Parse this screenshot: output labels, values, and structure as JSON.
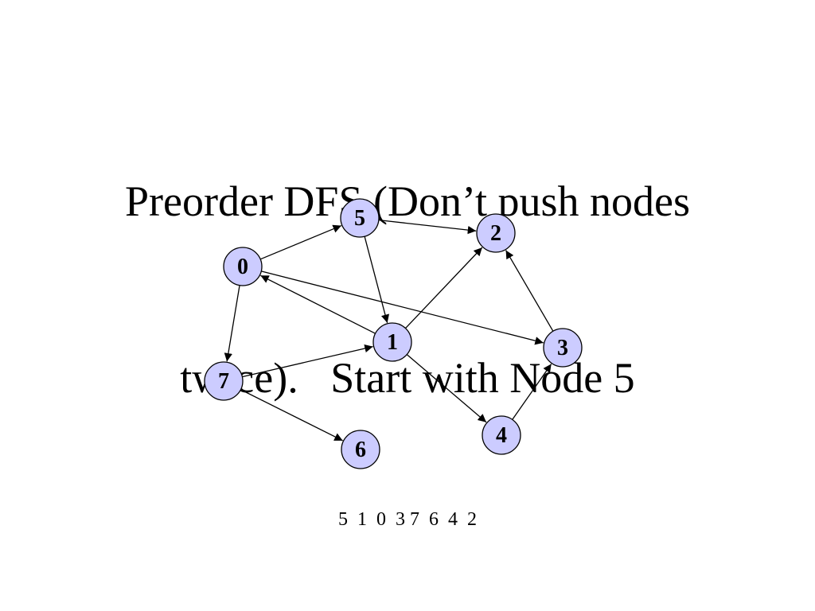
{
  "title": {
    "line1": "Preorder DFS (Don’t push nodes",
    "line2": "twice).   Start with Node 5"
  },
  "graph": {
    "node_fill": "#ccccff",
    "node_stroke": "#000000",
    "edge_color": "#000000",
    "nodes": [
      {
        "id": "0",
        "label": "0"
      },
      {
        "id": "1",
        "label": "1"
      },
      {
        "id": "2",
        "label": "2"
      },
      {
        "id": "3",
        "label": "3"
      },
      {
        "id": "4",
        "label": "4"
      },
      {
        "id": "5",
        "label": "5"
      },
      {
        "id": "6",
        "label": "6"
      },
      {
        "id": "7",
        "label": "7"
      }
    ],
    "edges": [
      {
        "from": "0",
        "to": "5"
      },
      {
        "from": "5",
        "to": "2"
      },
      {
        "from": "5",
        "to": "1"
      },
      {
        "from": "0",
        "to": "7"
      },
      {
        "from": "0",
        "to": "3"
      },
      {
        "from": "1",
        "to": "0"
      },
      {
        "from": "1",
        "to": "2"
      },
      {
        "from": "1",
        "to": "4"
      },
      {
        "from": "7",
        "to": "1"
      },
      {
        "from": "7",
        "to": "6"
      },
      {
        "from": "3",
        "to": "2"
      },
      {
        "from": "4",
        "to": "3"
      }
    ]
  },
  "sequence": "5  1  0  3 7  6  4  2"
}
